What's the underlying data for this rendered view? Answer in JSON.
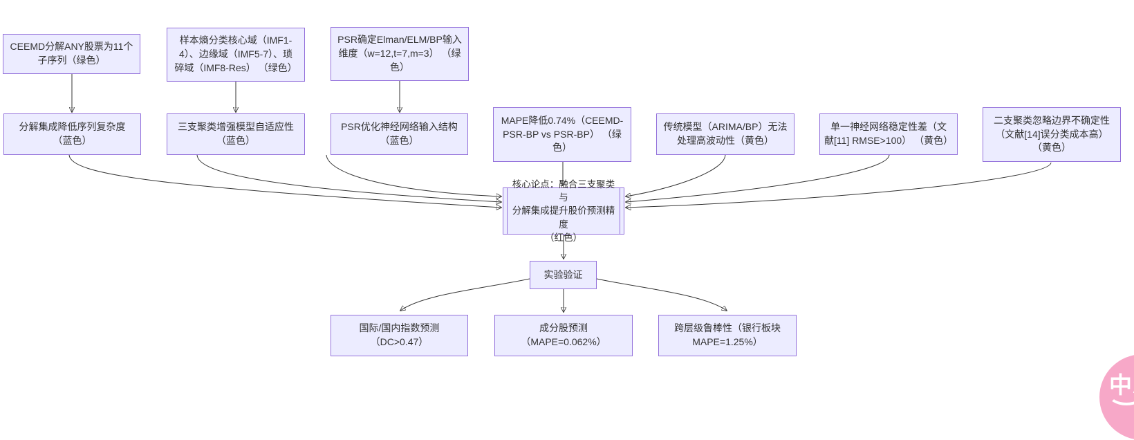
{
  "diagram_type": "flowchart",
  "nodes": {
    "ceemd_decompose": {
      "label": "CEEMD分解ANY股票为11个\n子序列（绿色）",
      "color_tag": "绿色"
    },
    "entropy_classify": {
      "label": "样本熵分类核心域（IMF1-\n4）、边缘域（IMF5-7）、琐\n碎域（IMF8-Res） （绿色）",
      "color_tag": "绿色"
    },
    "psr_dimension": {
      "label": "PSR确定Elman/ELM/BP输入\n维度（w=12,t=7,m=3） （绿\n色）",
      "color_tag": "绿色"
    },
    "complexity_reduction": {
      "label": "分解集成降低序列复杂度\n（蓝色）",
      "color_tag": "蓝色"
    },
    "adaptivity": {
      "label": "三支聚类增强模型自适应性\n（蓝色）",
      "color_tag": "蓝色"
    },
    "input_structure": {
      "label": "PSR优化神经网络输入结构\n（蓝色）",
      "color_tag": "蓝色"
    },
    "mape_improve": {
      "label": "MAPE降低0.74%（CEEMD-\nPSR-BP vs PSR-BP） （绿\n色）",
      "color_tag": "绿色"
    },
    "traditional_limit": {
      "label": "传统模型（ARIMA/BP）无法\n处理高波动性（黄色）",
      "color_tag": "黄色"
    },
    "single_nn_limit": {
      "label": "单一神经网络稳定性差（文\n献[11] RMSE>100） （黄色）",
      "color_tag": "黄色"
    },
    "two_way_limit": {
      "label": "二支聚类忽略边界不确定性\n（文献[14]误分类成本高）\n（黄色）",
      "color_tag": "黄色"
    },
    "core_thesis": {
      "label": "核心论点：融合三支聚类与\n分解集成提升股价预测精度\n（红色）",
      "color_tag": "红色"
    },
    "experiment": {
      "label": "实验验证"
    },
    "index_prediction": {
      "label": "国际/国内指数预测\n（DC>0.47）"
    },
    "stock_prediction": {
      "label": "成分股预测\n（MAPE=0.062%）"
    },
    "robustness": {
      "label": "跨层级鲁棒性（银行板块\nMAPE=1.25%）"
    }
  },
  "edges": [
    {
      "from": "ceemd_decompose",
      "to": "complexity_reduction"
    },
    {
      "from": "entropy_classify",
      "to": "adaptivity"
    },
    {
      "from": "psr_dimension",
      "to": "input_structure"
    },
    {
      "from": "complexity_reduction",
      "to": "core_thesis"
    },
    {
      "from": "adaptivity",
      "to": "core_thesis"
    },
    {
      "from": "input_structure",
      "to": "core_thesis"
    },
    {
      "from": "mape_improve",
      "to": "core_thesis"
    },
    {
      "from": "traditional_limit",
      "to": "core_thesis"
    },
    {
      "from": "single_nn_limit",
      "to": "core_thesis"
    },
    {
      "from": "two_way_limit",
      "to": "core_thesis"
    },
    {
      "from": "core_thesis",
      "to": "experiment"
    },
    {
      "from": "experiment",
      "to": "index_prediction"
    },
    {
      "from": "experiment",
      "to": "stock_prediction"
    },
    {
      "from": "experiment",
      "to": "robustness"
    }
  ],
  "watermark": {
    "label": "中A"
  },
  "colors": {
    "node_fill": "#ECECFF",
    "node_border": "#9370DB",
    "edge_line": "#333333",
    "text": "#333333",
    "badge_pink": "#F7A8C8",
    "badge_text": "#FFFFFF"
  }
}
